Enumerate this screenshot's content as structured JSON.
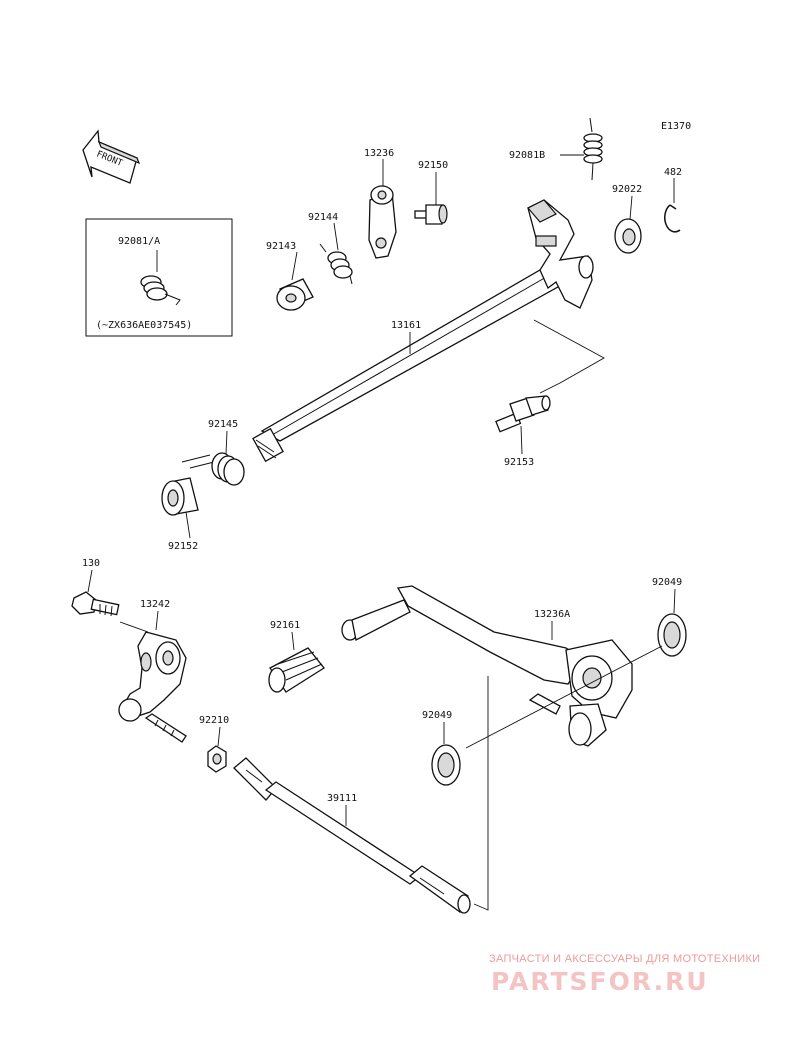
{
  "diagram_code": "E1370",
  "front_label": "FRONT",
  "inset": {
    "part": "92081/A",
    "note": "(~ZX636AE037545)"
  },
  "parts": {
    "p13236": "13236",
    "p92150": "92150",
    "p92081b": "92081B",
    "p92144": "92144",
    "p92143": "92143",
    "p92022": "92022",
    "p482": "482",
    "p13161": "13161",
    "p92145": "92145",
    "p92153": "92153",
    "p92152": "92152",
    "p130": "130",
    "p13242": "13242",
    "p92161": "92161",
    "p13236a": "13236A",
    "p92049a": "92049",
    "p92049b": "92049",
    "p92210": "92210",
    "p39111": "39111"
  },
  "watermark": {
    "tagline": "ЗАПЧАСТИ И АКСЕССУАРЫ ДЛЯ МОТОТЕХНИКИ",
    "brand": "PARTSFOR.RU"
  }
}
